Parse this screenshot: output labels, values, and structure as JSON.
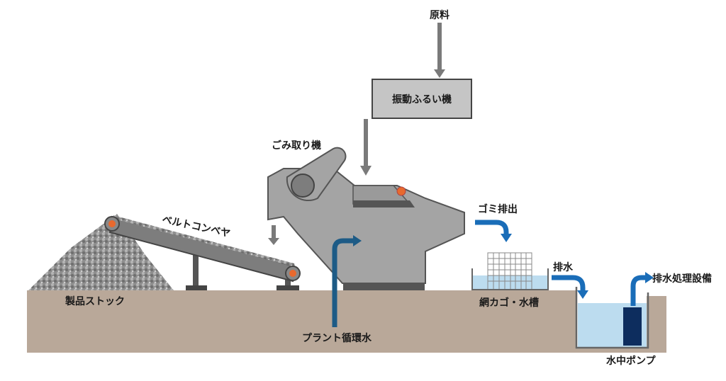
{
  "labels": {
    "raw_material": "原料",
    "vibrating_screen": "振動ふるい機",
    "trash_remover": "ごみ取り機",
    "belt_conveyor": "ベルトコンベヤ",
    "product_stock": "製品ストック",
    "plant_water": "プラント循環水",
    "trash_discharge": "ゴミ排出",
    "mesh_tank": "網カゴ・水槽",
    "drainage": "排水",
    "wastewater_facility": "排水処理設備",
    "submersible_pump": "水中ポンプ"
  },
  "colors": {
    "ground": "#b9a899",
    "machine": "#a4a4a4",
    "water": "#bcdcef",
    "blue_arrow": "#1a6db8",
    "pipe": "#1d5b86",
    "pump": "#0d2d5e",
    "roller": "#e8692e"
  }
}
